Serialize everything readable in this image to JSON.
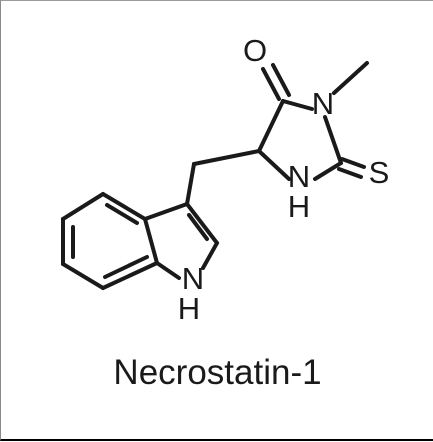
{
  "caption": "Necrostatin-1",
  "atoms": {
    "carbonyl_o": "O",
    "ring_n_methyl": "N",
    "thione_s": "S",
    "ring_nh_n": "N",
    "ring_nh_h": "H",
    "indole_n": "N",
    "indole_h": "H"
  }
}
